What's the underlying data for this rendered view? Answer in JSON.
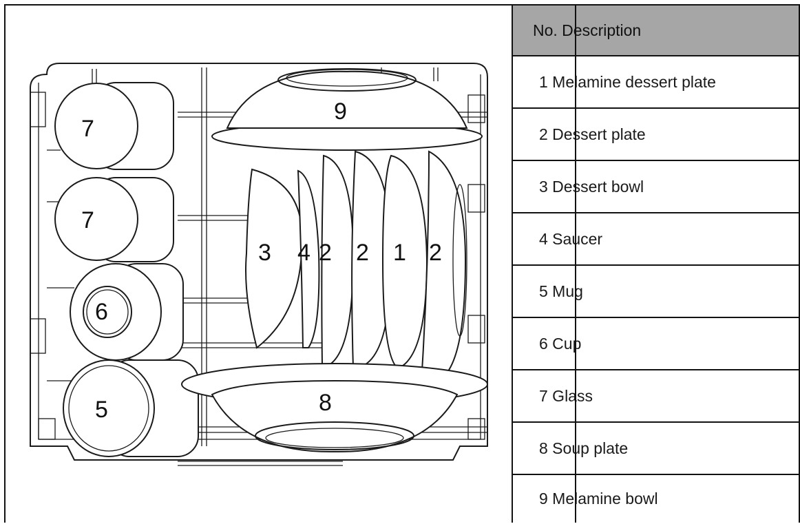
{
  "table": {
    "header": "No. Description",
    "rows": [
      "1 Melamine dessert plate",
      "2 Dessert plate",
      "3 Dessert bowl",
      "4 Saucer",
      "5 Mug",
      "6 Cup",
      "7 Glass",
      "8 Soup plate",
      "9 Melamine bowl"
    ]
  },
  "diagram": {
    "callouts": {
      "glass_top": "7",
      "glass_mid": "7",
      "cup": "6",
      "mug": "5",
      "melamine_bowl": "9",
      "dessert_bowl": "3",
      "saucer": "4",
      "dessert_plate_a": "2",
      "dessert_plate_b": "2",
      "melamine_dessert_plate": "1",
      "dessert_plate_c": "2",
      "soup_plate": "8"
    }
  }
}
